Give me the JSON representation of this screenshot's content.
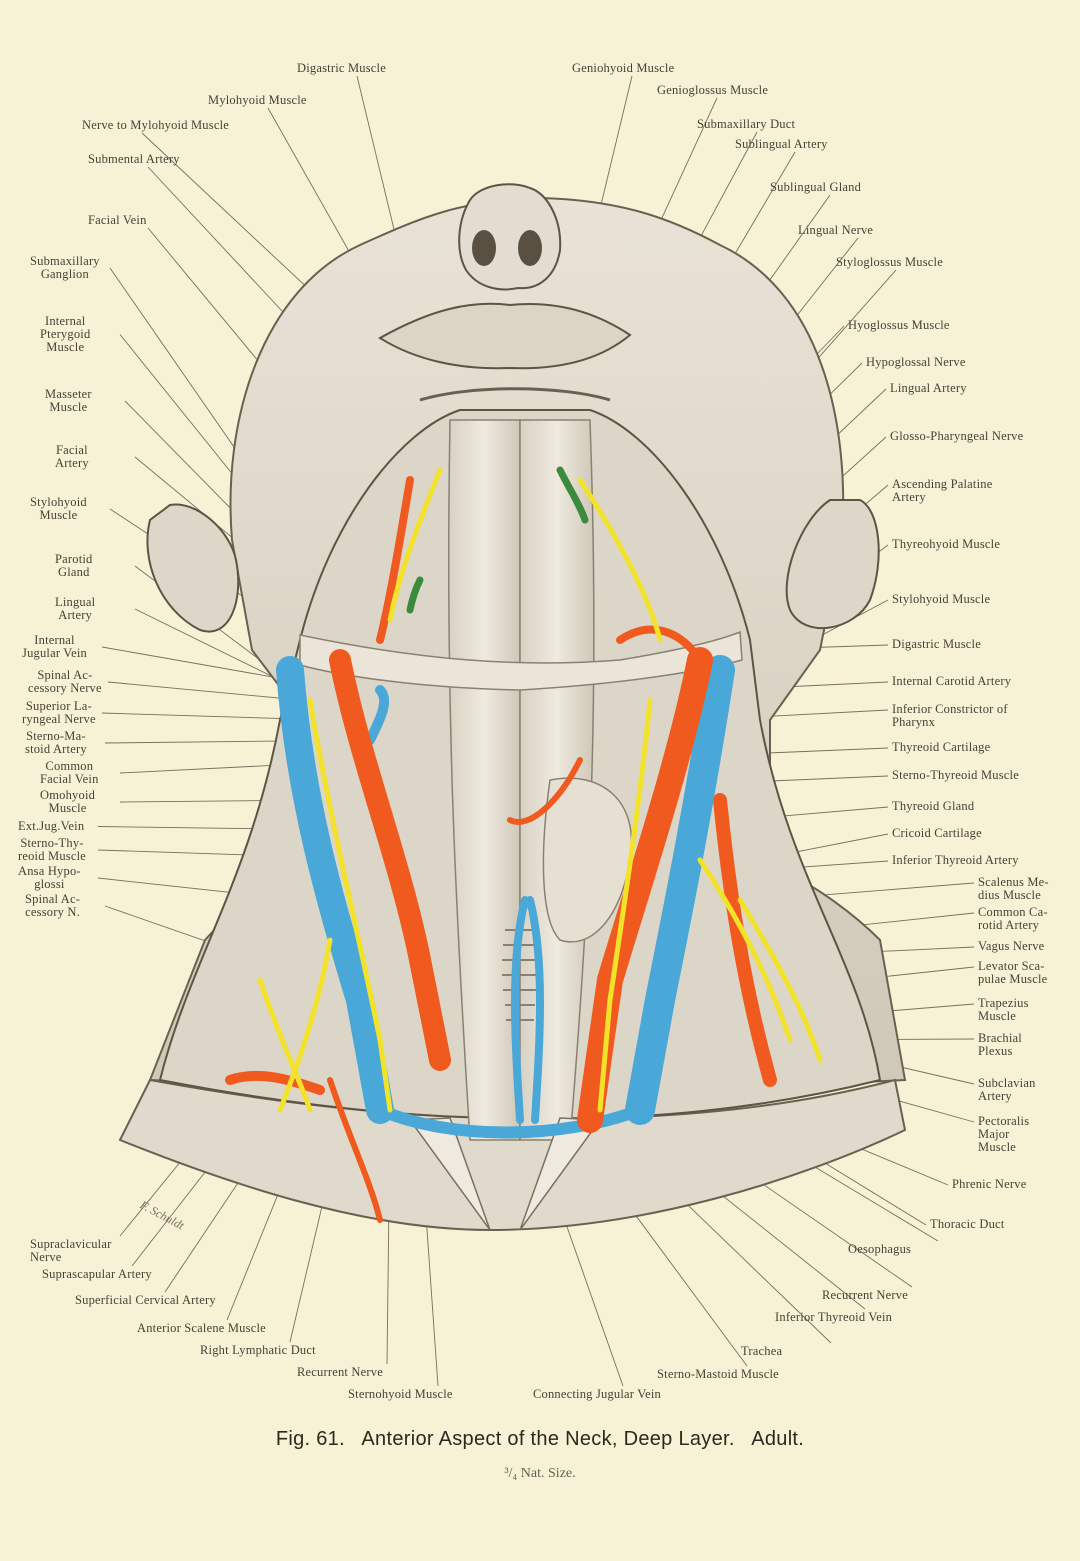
{
  "caption": {
    "figure": "Fig. 61.",
    "title": "Anterior Aspect of the Neck, Deep Layer.",
    "qualifier": "Adult.",
    "scale": "³/₄ Nat. Size."
  },
  "signature": "F. Schuldt",
  "colors": {
    "paper": "#f7f1d6",
    "artery": "#f05a1e",
    "vein": "#4aa8d8",
    "nerve": "#f2e22a",
    "duct": "#3c8a3c",
    "ink": "#3a3128"
  },
  "labels_top": [
    {
      "id": "digastric-muscle-top",
      "text": "Digastric Muscle"
    },
    {
      "id": "mylohyoid-muscle",
      "text": "Mylohyoid Muscle"
    },
    {
      "id": "nerve-to-mylohyoid",
      "text": "Nerve to Mylohyoid Muscle"
    },
    {
      "id": "submental-artery",
      "text": "Submental Artery"
    },
    {
      "id": "facial-vein",
      "text": "Facial Vein"
    },
    {
      "id": "geniohyoid-muscle",
      "text": "Geniohyoid Muscle"
    },
    {
      "id": "genioglossus-muscle",
      "text": "Genioglossus Muscle"
    },
    {
      "id": "submaxillary-duct",
      "text": "Submaxillary Duct"
    },
    {
      "id": "sublingual-artery",
      "text": "Sublingual Artery"
    },
    {
      "id": "sublingual-gland",
      "text": "Sublingual Gland"
    },
    {
      "id": "lingual-nerve",
      "text": "Lingual Nerve"
    },
    {
      "id": "styloglossus-muscle",
      "text": "Styloglossus Muscle"
    }
  ],
  "labels_left": [
    {
      "id": "submaxillary-ganglion",
      "text": "Submaxillary\nGanglion"
    },
    {
      "id": "internal-pterygoid",
      "text": "Internal\nPterygoid\nMuscle"
    },
    {
      "id": "masseter-muscle",
      "text": "Masseter\nMuscle"
    },
    {
      "id": "facial-artery",
      "text": "Facial\nArtery"
    },
    {
      "id": "stylohyoid-muscle-left",
      "text": "Stylohyoid\nMuscle"
    },
    {
      "id": "parotid-gland",
      "text": "Parotid\nGland"
    },
    {
      "id": "lingual-artery-left",
      "text": "Lingual\nArtery"
    },
    {
      "id": "internal-jugular-vein",
      "text": "Internal\nJugular Vein"
    },
    {
      "id": "spinal-accessory-nerve",
      "text": "Spinal Ac-\ncessory Nerve"
    },
    {
      "id": "superior-laryngeal-nerve",
      "text": "Superior La-\nryngeal Nerve"
    },
    {
      "id": "sterno-mastoid-artery",
      "text": "Sterno-Ma-\nstoid Artery"
    },
    {
      "id": "common-facial-vein",
      "text": "Common\nFacial Vein"
    },
    {
      "id": "omohyoid-muscle",
      "text": "Omohyoid\nMuscle"
    },
    {
      "id": "ext-jug-vein",
      "text": "Ext.Jug.Vein"
    },
    {
      "id": "sterno-thyreoid-muscle-left",
      "text": "Sterno-Thy-\nreoid Muscle"
    },
    {
      "id": "ansa-hypoglossi",
      "text": "Ansa Hypo-\nglossi"
    },
    {
      "id": "spinal-accessory-n",
      "text": "Spinal Ac-\ncessory N."
    }
  ],
  "labels_right": [
    {
      "id": "hyoglossus-muscle",
      "text": "Hyoglossus Muscle"
    },
    {
      "id": "hypoglossal-nerve",
      "text": "Hypoglossal Nerve"
    },
    {
      "id": "lingual-artery-right",
      "text": "Lingual Artery"
    },
    {
      "id": "glosso-pharyngeal-nerve",
      "text": "Glosso-Pharyngeal Nerve"
    },
    {
      "id": "ascending-palatine-artery",
      "text": "Ascending Palatine\nArtery"
    },
    {
      "id": "thyreohyoid-muscle",
      "text": "Thyreohyoid Muscle"
    },
    {
      "id": "stylohyoid-muscle-right",
      "text": "Stylohyoid Muscle"
    },
    {
      "id": "digastric-muscle-right",
      "text": "Digastric Muscle"
    },
    {
      "id": "internal-carotid-artery",
      "text": "Internal Carotid Artery"
    },
    {
      "id": "inferior-constrictor",
      "text": "Inferior Constrictor of\nPharynx"
    },
    {
      "id": "thyreoid-cartilage",
      "text": "Thyreoid Cartilage"
    },
    {
      "id": "sterno-thyreoid-muscle-right",
      "text": "Sterno-Thyreoid Muscle"
    },
    {
      "id": "thyreoid-gland",
      "text": "Thyreoid Gland"
    },
    {
      "id": "cricoid-cartilage",
      "text": "Cricoid Cartilage"
    },
    {
      "id": "inferior-thyreoid-artery",
      "text": "Inferior Thyreoid Artery"
    },
    {
      "id": "scalenus-medius",
      "text": "Scalenus Me-\ndius Muscle"
    },
    {
      "id": "common-carotid-artery",
      "text": "Common Ca-\nrotid Artery"
    },
    {
      "id": "vagus-nerve",
      "text": "Vagus Nerve"
    },
    {
      "id": "levator-scapulae",
      "text": "Levator Sca-\npulae Muscle"
    },
    {
      "id": "trapezius-muscle",
      "text": "Trapezius\nMuscle"
    },
    {
      "id": "brachial-plexus",
      "text": "Brachial\nPlexus"
    },
    {
      "id": "subclavian-artery",
      "text": "Subclavian\nArtery"
    },
    {
      "id": "pectoralis-major",
      "text": "Pectoralis\nMajor\nMuscle"
    },
    {
      "id": "phrenic-nerve",
      "text": "Phrenic Nerve"
    },
    {
      "id": "thoracic-duct",
      "text": "Thoracic Duct"
    }
  ],
  "labels_bottom": [
    {
      "id": "supraclavicular-nerve",
      "text": "Supraclavicular\nNerve"
    },
    {
      "id": "suprascapular-artery",
      "text": "Suprascapular Artery"
    },
    {
      "id": "superficial-cervical-artery",
      "text": "Superficial Cervical Artery"
    },
    {
      "id": "anterior-scalene-muscle",
      "text": "Anterior Scalene Muscle"
    },
    {
      "id": "right-lymphatic-duct",
      "text": "Right Lymphatic Duct"
    },
    {
      "id": "recurrent-nerve-left",
      "text": "Recurrent Nerve"
    },
    {
      "id": "sternohyoid-muscle",
      "text": "Sternohyoid Muscle"
    },
    {
      "id": "connecting-jugular-vein",
      "text": "Connecting Jugular Vein"
    },
    {
      "id": "sterno-mastoid-muscle",
      "text": "Sterno-Mastoid Muscle"
    },
    {
      "id": "trachea",
      "text": "Trachea"
    },
    {
      "id": "inferior-thyreoid-vein",
      "text": "Inferior Thyreoid Vein"
    },
    {
      "id": "recurrent-nerve-right",
      "text": "Recurrent Nerve"
    },
    {
      "id": "oesophagus",
      "text": "Oesophagus"
    }
  ]
}
